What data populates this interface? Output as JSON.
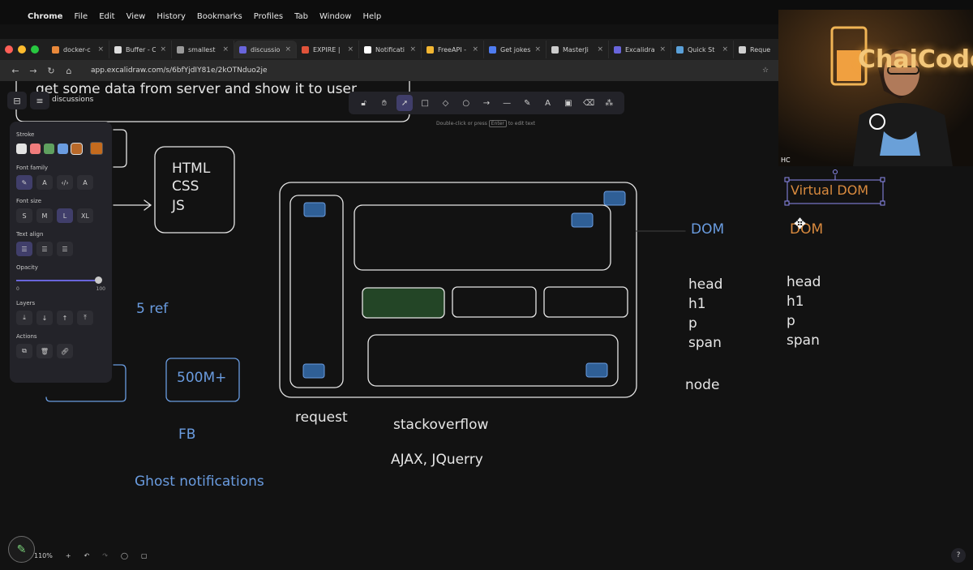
{
  "menubar": {
    "app": "Chrome",
    "items": [
      "File",
      "Edit",
      "View",
      "History",
      "Bookmarks",
      "Profiles",
      "Tab",
      "Window",
      "Help"
    ]
  },
  "tabs": [
    {
      "label": "docker-c",
      "color": "#e8883a"
    },
    {
      "label": "Buffer - C",
      "color": "#dddddd"
    },
    {
      "label": "smallest",
      "color": "#9a9a9a"
    },
    {
      "label": "discussio",
      "color": "#6965db",
      "active": true
    },
    {
      "label": "EXPIRE |",
      "color": "#e0533a"
    },
    {
      "label": "Notificati",
      "color": "#ffffff"
    },
    {
      "label": "FreeAPI -",
      "color": "#f2b632"
    },
    {
      "label": "Get jokes",
      "color": "#4f7cf0"
    },
    {
      "label": "MasterJi",
      "color": "#cccccc"
    },
    {
      "label": "Excalidra",
      "color": "#6965db"
    },
    {
      "label": "Quick St",
      "color": "#5aa0d8"
    },
    {
      "label": "Reque",
      "color": "#d0d0d0"
    }
  ],
  "address": {
    "url": "app.excalidraw.com/s/6bfYjdIY81e/2kOTNduo2je"
  },
  "canvas": {
    "menu_label": "discussions",
    "top_text": "get some data from server and show it to user",
    "box_html": "HTML",
    "box_css": "CSS",
    "box_js": "JS",
    "ref_label": "5 ref",
    "users_label": "500M+",
    "fb_label": "FB",
    "ghost_label": "Ghost notifications",
    "request_label": "request",
    "stackoverflow_label": "stackoverflow",
    "ajax_label": "AJAX, JQuerry",
    "dom_label_1": "DOM",
    "dom_label_2": "DOM",
    "virtual_dom_label": "Virtual DOM",
    "list_1": [
      "head",
      "h1",
      "p",
      "span"
    ],
    "list_2": [
      "head",
      "h1",
      "p",
      "span"
    ],
    "node_label": "node",
    "hint_prefix": "Double-click or press",
    "hint_key": "Enter",
    "hint_suffix": "to edit text"
  },
  "panel": {
    "stroke_label": "Stroke",
    "stroke_colors": [
      "#e3e3e3",
      "#f07c7c",
      "#5fa05f",
      "#6a9ce0",
      "#b8692a"
    ],
    "stroke_selected": "#c46b1e",
    "font_family_label": "Font family",
    "font_size_label": "Font size",
    "sizes": [
      "S",
      "M",
      "L",
      "XL"
    ],
    "text_align_label": "Text align",
    "opacity_label": "Opacity",
    "opacity_min": "0",
    "opacity_max": "100",
    "layers_label": "Layers",
    "actions_label": "Actions"
  },
  "toolbar": {
    "tools": [
      "lock-icon",
      "hand-icon",
      "selection-icon",
      "rectangle-icon",
      "diamond-icon",
      "ellipse-icon",
      "arrow-icon",
      "line-icon",
      "pencil-icon",
      "text-icon",
      "image-icon",
      "eraser-icon",
      "more-tools-icon"
    ],
    "selected": "selection-icon"
  },
  "bottom": {
    "zoom": "110%"
  },
  "webcam": {
    "sign": "ChaiCode",
    "badge": "HC"
  },
  "colors": {
    "blue_text": "#6a9ce0",
    "orange_text": "#d98a3e",
    "accent": "#6965db"
  }
}
